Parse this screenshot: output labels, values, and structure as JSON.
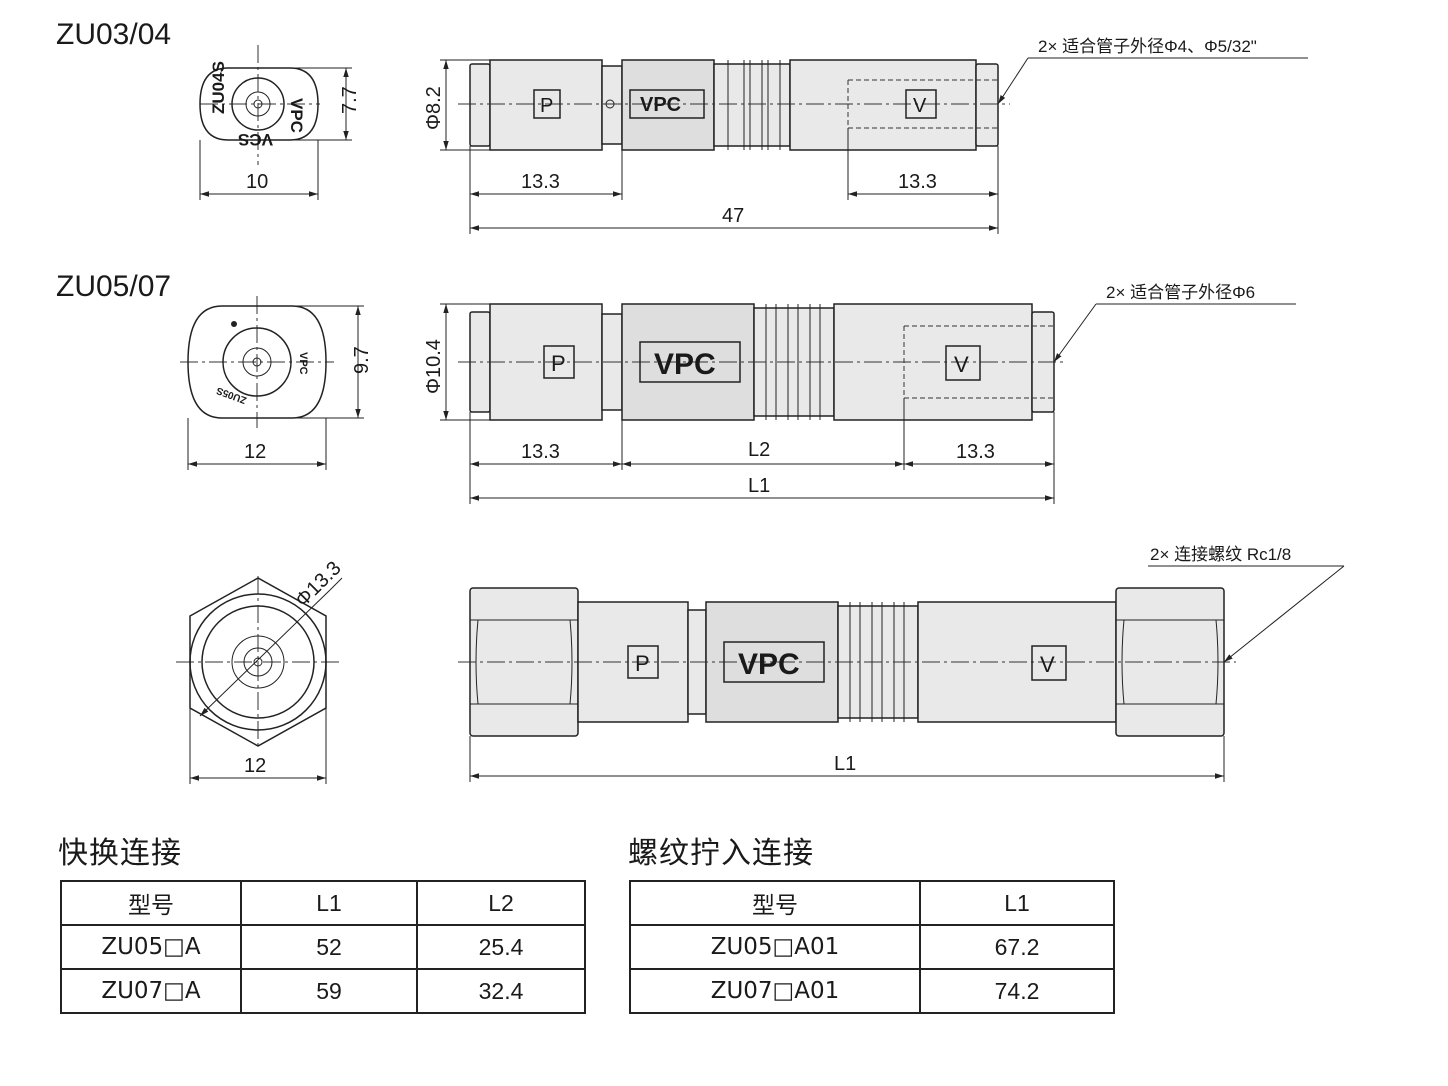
{
  "views": {
    "zu0304": {
      "title": "ZU03/04",
      "end_dims": {
        "width": "10",
        "height": "7.7"
      },
      "side_dims": {
        "dia": "Φ8.2",
        "left": "13.3",
        "right": "13.3",
        "total": "47"
      },
      "note": "2× 适合管子外径Φ4、Φ5/32\"",
      "end_marks": {
        "brand": "VPC",
        "model": "ZU04S",
        "port": "VCS"
      }
    },
    "zu0507": {
      "title": "ZU05/07",
      "end_dims": {
        "width": "12",
        "height": "9.7"
      },
      "side_dims": {
        "dia": "Φ10.4",
        "left": "13.3",
        "mid": "L2",
        "right": "13.3",
        "total": "L1"
      },
      "note": "2× 适合管子外径Φ6",
      "end_marks": {
        "brand": "VPC",
        "model": "ZU05S"
      }
    },
    "threaded": {
      "end_dims": {
        "width": "12",
        "dia": "Φ13.3"
      },
      "side_dims": {
        "total": "L1"
      },
      "note": "2× 连接螺纹 Rc1/8"
    }
  },
  "body_marks": {
    "p": "P",
    "v": "V",
    "brand": "VPC"
  },
  "tables": {
    "quick": {
      "title": "快换连接",
      "headers": [
        "型号",
        "L1",
        "L2"
      ],
      "rows": [
        [
          "ZU05□A",
          "52",
          "25.4"
        ],
        [
          "ZU07□A",
          "59",
          "32.4"
        ]
      ]
    },
    "thread": {
      "title": "螺纹拧入连接",
      "headers": [
        "型号",
        "L1"
      ],
      "rows": [
        [
          "ZU05□A01",
          "67.2"
        ],
        [
          "ZU07□A01",
          "74.2"
        ]
      ]
    }
  }
}
